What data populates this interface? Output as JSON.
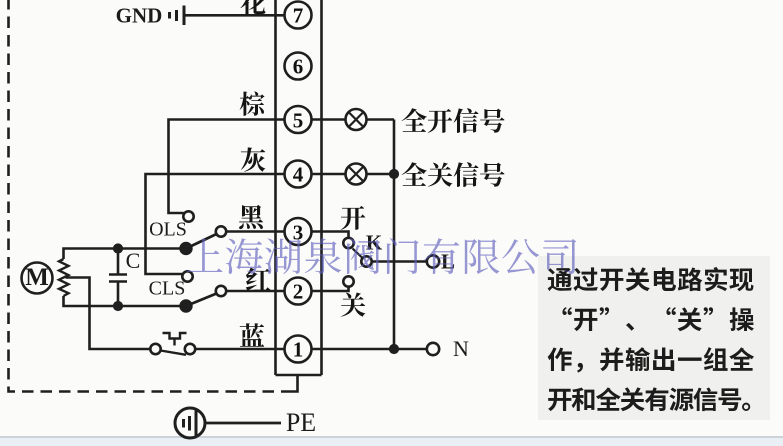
{
  "colors": {
    "line": "#1f1f1f",
    "watermark": "#6c6cc6",
    "description_panel": "#f0f0ee",
    "footer_band": "#e9eff5"
  },
  "ground": {
    "label": "GND"
  },
  "protective_earth": {
    "label": "PE"
  },
  "motor": {
    "label": "M"
  },
  "capacitor": {
    "label": "C"
  },
  "limit_switches": {
    "open_limit": "OLS",
    "close_limit": "CLS"
  },
  "control_switch": {
    "label": "K",
    "open_position": "开",
    "close_position": "关"
  },
  "power": {
    "live": "L",
    "neutral": "N"
  },
  "terminals": [
    {
      "number": "7",
      "wire": "花"
    },
    {
      "number": "6",
      "wire": ""
    },
    {
      "number": "5",
      "wire": "棕"
    },
    {
      "number": "4",
      "wire": "灰"
    },
    {
      "number": "3",
      "wire": "黑"
    },
    {
      "number": "2",
      "wire": "红"
    },
    {
      "number": "1",
      "wire": "蓝"
    }
  ],
  "signals": {
    "full_open": "全开信号",
    "full_close": "全关信号"
  },
  "watermark": "上海湖泉阀门有限公司",
  "description": {
    "lines": [
      "通过开关电路实现",
      "“开”、“关”操",
      "作，并输出一组全",
      "开和全关有源信号。"
    ]
  }
}
